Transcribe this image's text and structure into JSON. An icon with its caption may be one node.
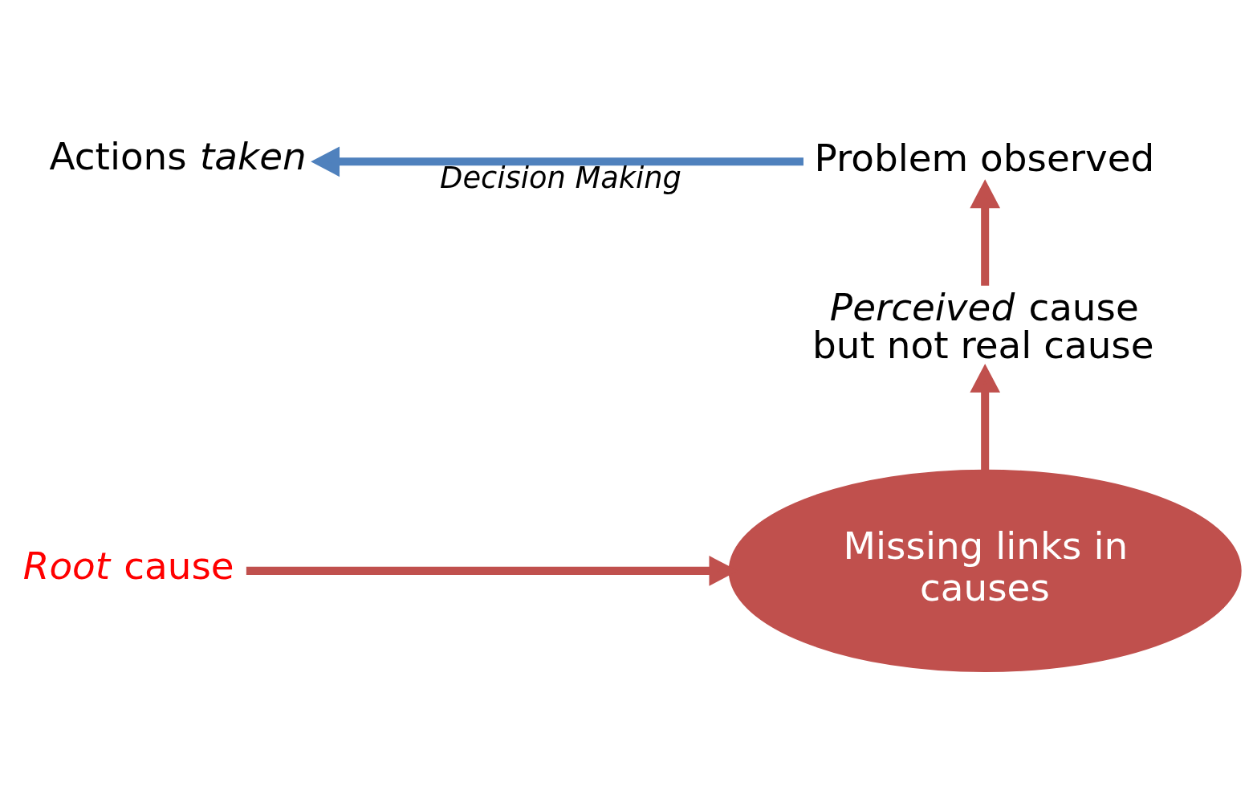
{
  "diagram": {
    "nodes": [
      {
        "text": [
          "Actions *taken*"
        ]
      },
      {
        "text": [
          "Problem observed"
        ]
      },
      {
        "text": [
          "*Perceived* cause but not real cause"
        ]
      },
      {
        "text": [
          "Missing links in causes"
        ]
      },
      {
        "text": [
          "*Root* cause"
        ]
      }
    ],
    "edges": [
      {
        "from": 1,
        "to": 0,
        "arrow": "to",
        "label": "*Decision Making*",
        "color": "#4f81bd"
      },
      {
        "from": 2,
        "to": 1,
        "arrow": "to"
      },
      {
        "from": 3,
        "to": 2,
        "arrow": "to"
      },
      {
        "from": 4,
        "to": 3,
        "arrow": "to"
      }
    ]
  }
}
